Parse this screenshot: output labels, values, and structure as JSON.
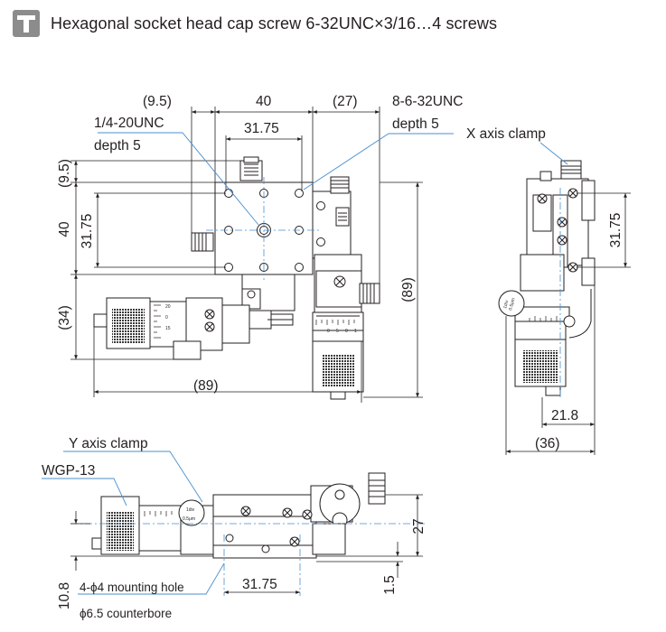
{
  "header": {
    "title": "Hexagonal socket head cap screw 6-32UNC×3/16…4 screws",
    "icon": "screw-icon"
  },
  "top_view": {
    "dims": {
      "top_left_gap": "(9.5)",
      "top_width": "40",
      "top_right_gap": "(27)",
      "hole_pitch_h": "31.75",
      "left_gap": "(9.5)",
      "height": "40",
      "hole_pitch_v": "31.75",
      "lower_height": "(34)",
      "bottom_width": "(89)",
      "right_height": "(89)"
    },
    "callouts": {
      "center_hole": "1/4-20UNC",
      "center_hole_depth": "depth 5",
      "tapped_holes": "8-6-32UNC",
      "tapped_holes_depth": "depth 5"
    },
    "micrometer_marks": [
      "20",
      "0",
      "15",
      "0",
      "5",
      "0",
      "1"
    ]
  },
  "side_view": {
    "clamp_label": "X axis clamp",
    "dims": {
      "pitch": "31.75",
      "offset": "21.8",
      "width": "(36)"
    },
    "scale_text": [
      "1div",
      "0.5μm"
    ]
  },
  "front_view": {
    "clamp_label": "Y axis clamp",
    "micrometer_label": "WGP-13",
    "dims": {
      "height": "27",
      "base_pitch": "31.75",
      "base_offset": "1.5",
      "left_height": "10.8"
    },
    "callouts": {
      "mount_hole": "4-ϕ4 mounting hole",
      "counterbore": "ϕ6.5 counterbore"
    },
    "scale_text": [
      "1div",
      "0.5μm"
    ]
  },
  "colors": {
    "line": "#231f20",
    "leader": "#4a8fd0",
    "badge": "#8c8c8c",
    "knurl": "#3a3a3a"
  }
}
